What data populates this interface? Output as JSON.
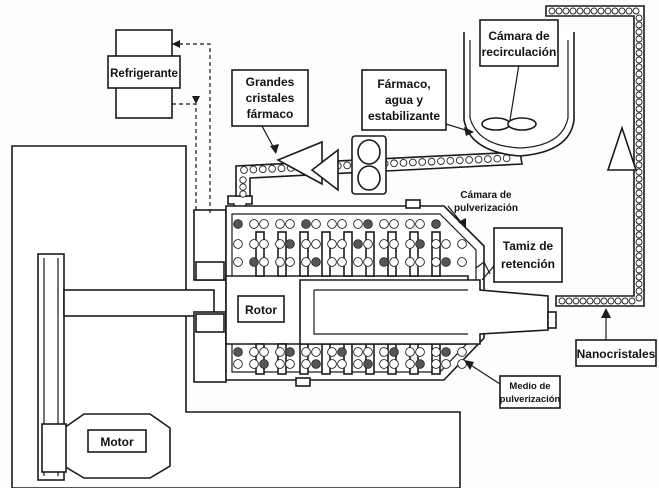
{
  "diagram": {
    "labels": {
      "refrigerant": "Refrigerante",
      "large_crystals": [
        "Grandes",
        "cristales",
        "fármaco"
      ],
      "drug_mix": [
        "Fármaco,",
        "agua y",
        "estabilizante"
      ],
      "recirculation_chamber": [
        "Cámara de",
        "recirculación"
      ],
      "milling_chamber": [
        "Cámara de",
        "pulverización"
      ],
      "retention_sieve": [
        "Tamiz de",
        "retención"
      ],
      "rotor": "Rotor",
      "motor": "Motor",
      "nanocrystals": "Nanocristales",
      "milling_media": [
        "Medio de",
        "pulverización"
      ]
    },
    "colors": {
      "line": "#1a1a1a",
      "bead_dark": "#555555",
      "paper": "#fdfdfd"
    }
  }
}
